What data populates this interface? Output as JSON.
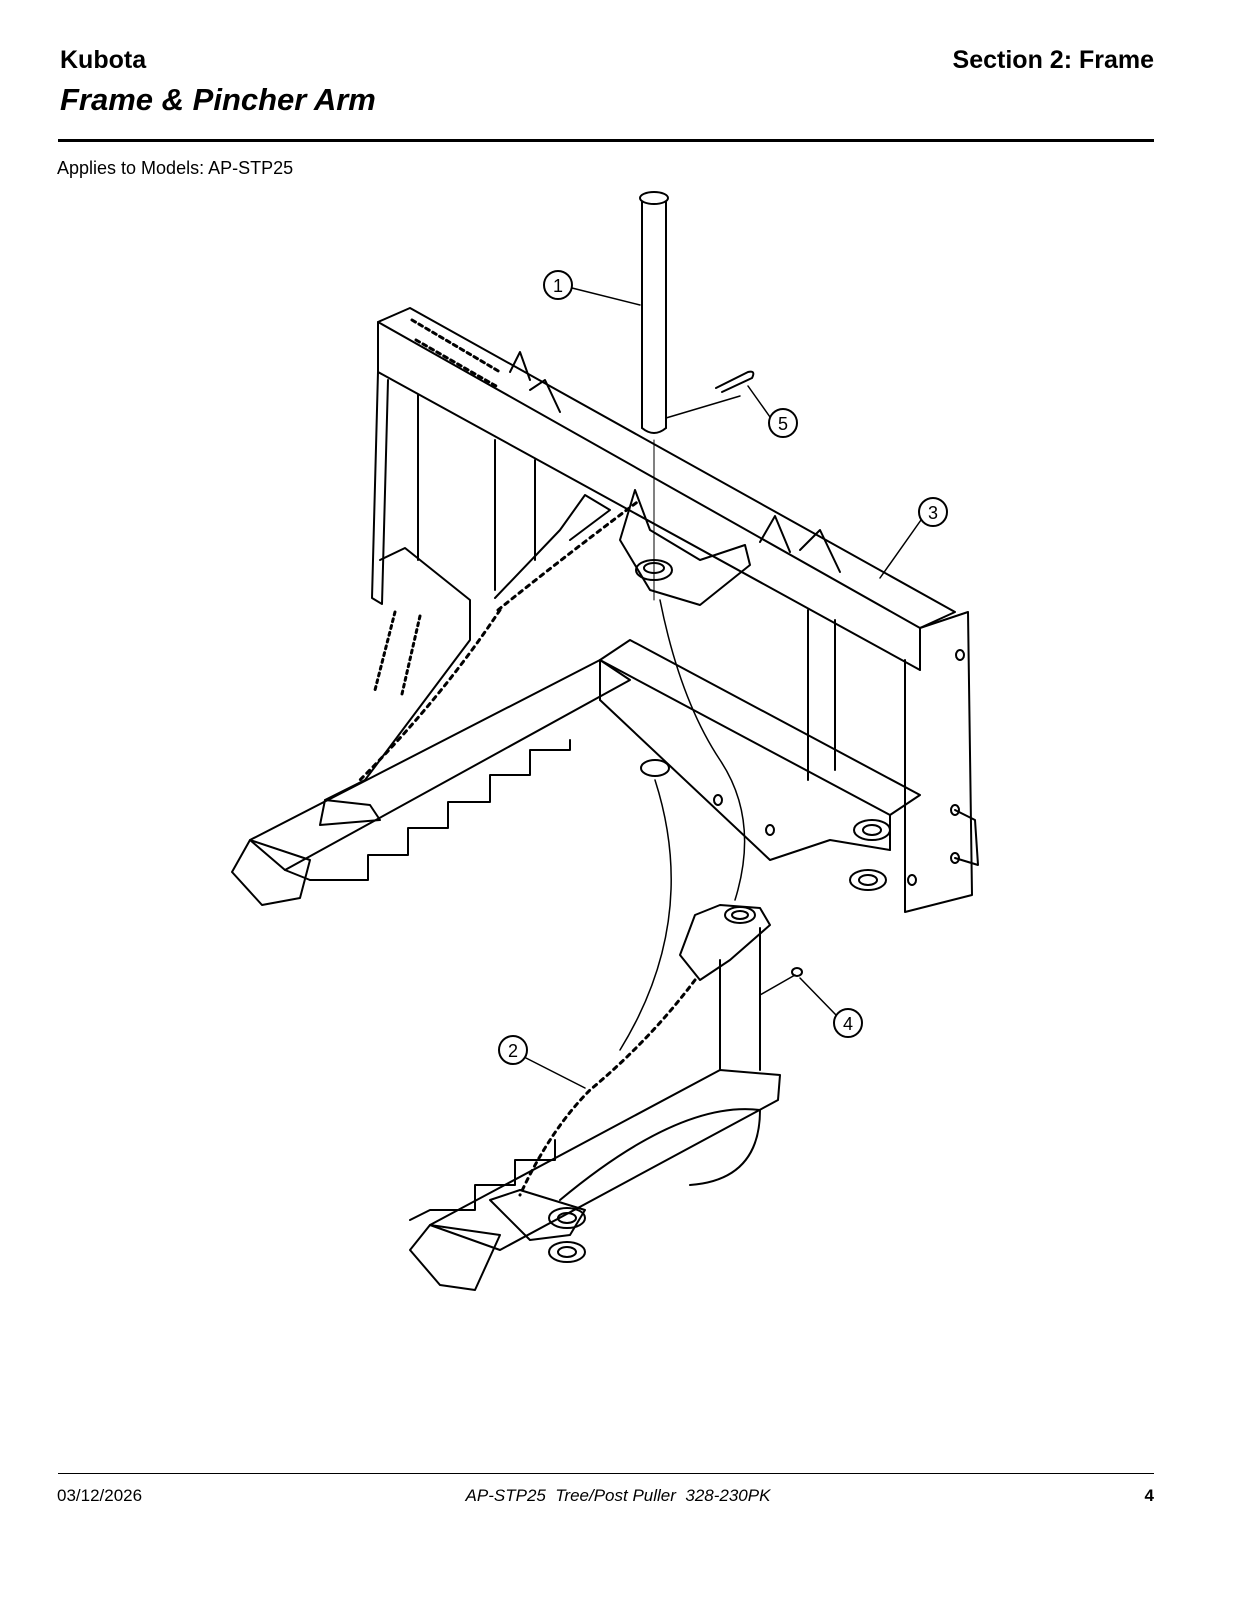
{
  "header": {
    "brand": "Kubota",
    "section": "Section 2: Frame",
    "title": "Frame & Pincher Arm"
  },
  "applies_to": "Applies to Models: AP-STP25",
  "diagram": {
    "callouts": [
      "1",
      "2",
      "3",
      "4",
      "5"
    ]
  },
  "footer": {
    "date": "03/12/2026",
    "document": "AP-STP25  Tree/Post Puller  328-230PK",
    "page": "4"
  }
}
